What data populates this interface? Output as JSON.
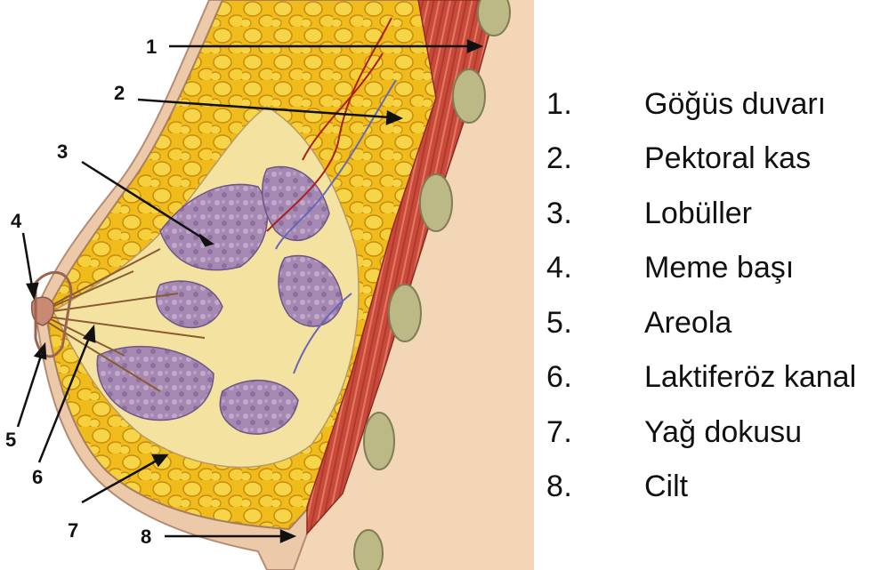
{
  "legend": {
    "items": [
      {
        "num": "1.",
        "label": "Göğüs duvarı"
      },
      {
        "num": "2.",
        "label": "Pektoral kas"
      },
      {
        "num": "3.",
        "label": "Lobüller"
      },
      {
        "num": "4.",
        "label": "Meme başı"
      },
      {
        "num": "5.",
        "label": "Areola"
      },
      {
        "num": "6.",
        "label": "Laktiferöz kanal"
      },
      {
        "num": "7.",
        "label": "Yağ dokusu"
      },
      {
        "num": "8.",
        "label": "Cilt"
      }
    ]
  },
  "callouts": [
    "1",
    "2",
    "3",
    "4",
    "5",
    "6",
    "7",
    "8"
  ],
  "colors": {
    "skin": "#f3d7b8",
    "fat": "#f2c21f",
    "fat_dark": "#d99a12",
    "muscle": "#c8493a",
    "lobule": "#a58ab4",
    "rib": "#b9b784"
  }
}
